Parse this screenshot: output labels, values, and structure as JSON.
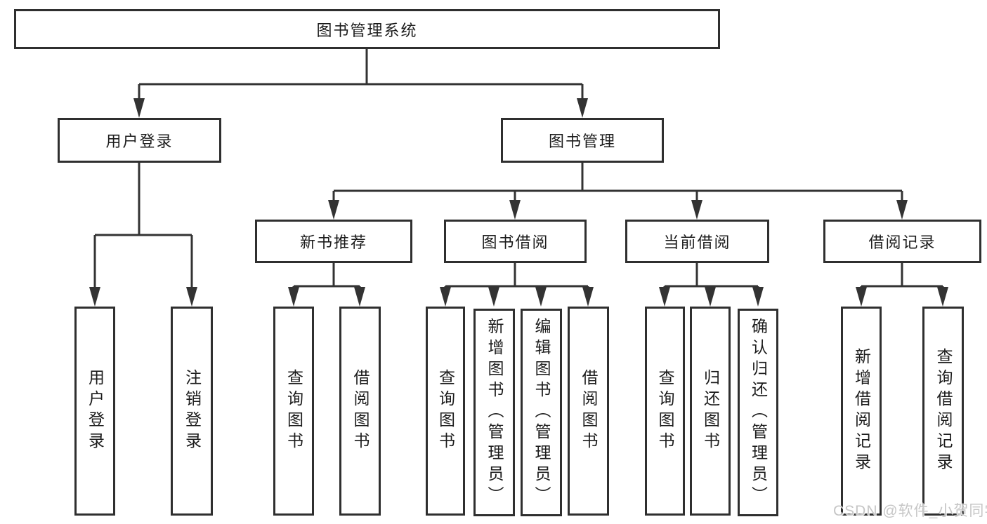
{
  "diagram": {
    "root": {
      "label": "图书管理系统"
    },
    "user_login": {
      "label": "用户登录",
      "children": [
        {
          "label": "用户登录"
        },
        {
          "label": "注销登录"
        }
      ]
    },
    "book_mgmt": {
      "label": "图书管理"
    },
    "new_book": {
      "label": "新书推荐",
      "children": [
        {
          "label": "查询图书"
        },
        {
          "label": "借阅图书"
        }
      ]
    },
    "book_borrow": {
      "label": "图书借阅",
      "children": [
        {
          "label": "查询图书"
        },
        {
          "label": "新增图书（管理员）"
        },
        {
          "label": "编辑图书（管理员）"
        },
        {
          "label": "借阅图书"
        }
      ]
    },
    "current_borrow": {
      "label": "当前借阅",
      "children": [
        {
          "label": "查询图书"
        },
        {
          "label": "归还图书"
        },
        {
          "label": "确认归还（管理员）"
        }
      ]
    },
    "borrow_record": {
      "label": "借阅记录",
      "children": [
        {
          "label": "新增借阅记录"
        },
        {
          "label": "查询借阅记录"
        }
      ]
    },
    "colors": {
      "line": "#333333",
      "box_border": "#2f2f2f",
      "watermark": "#c6c6c6"
    }
  },
  "watermark": {
    "text": "CSDN @软件_小贺同学"
  }
}
